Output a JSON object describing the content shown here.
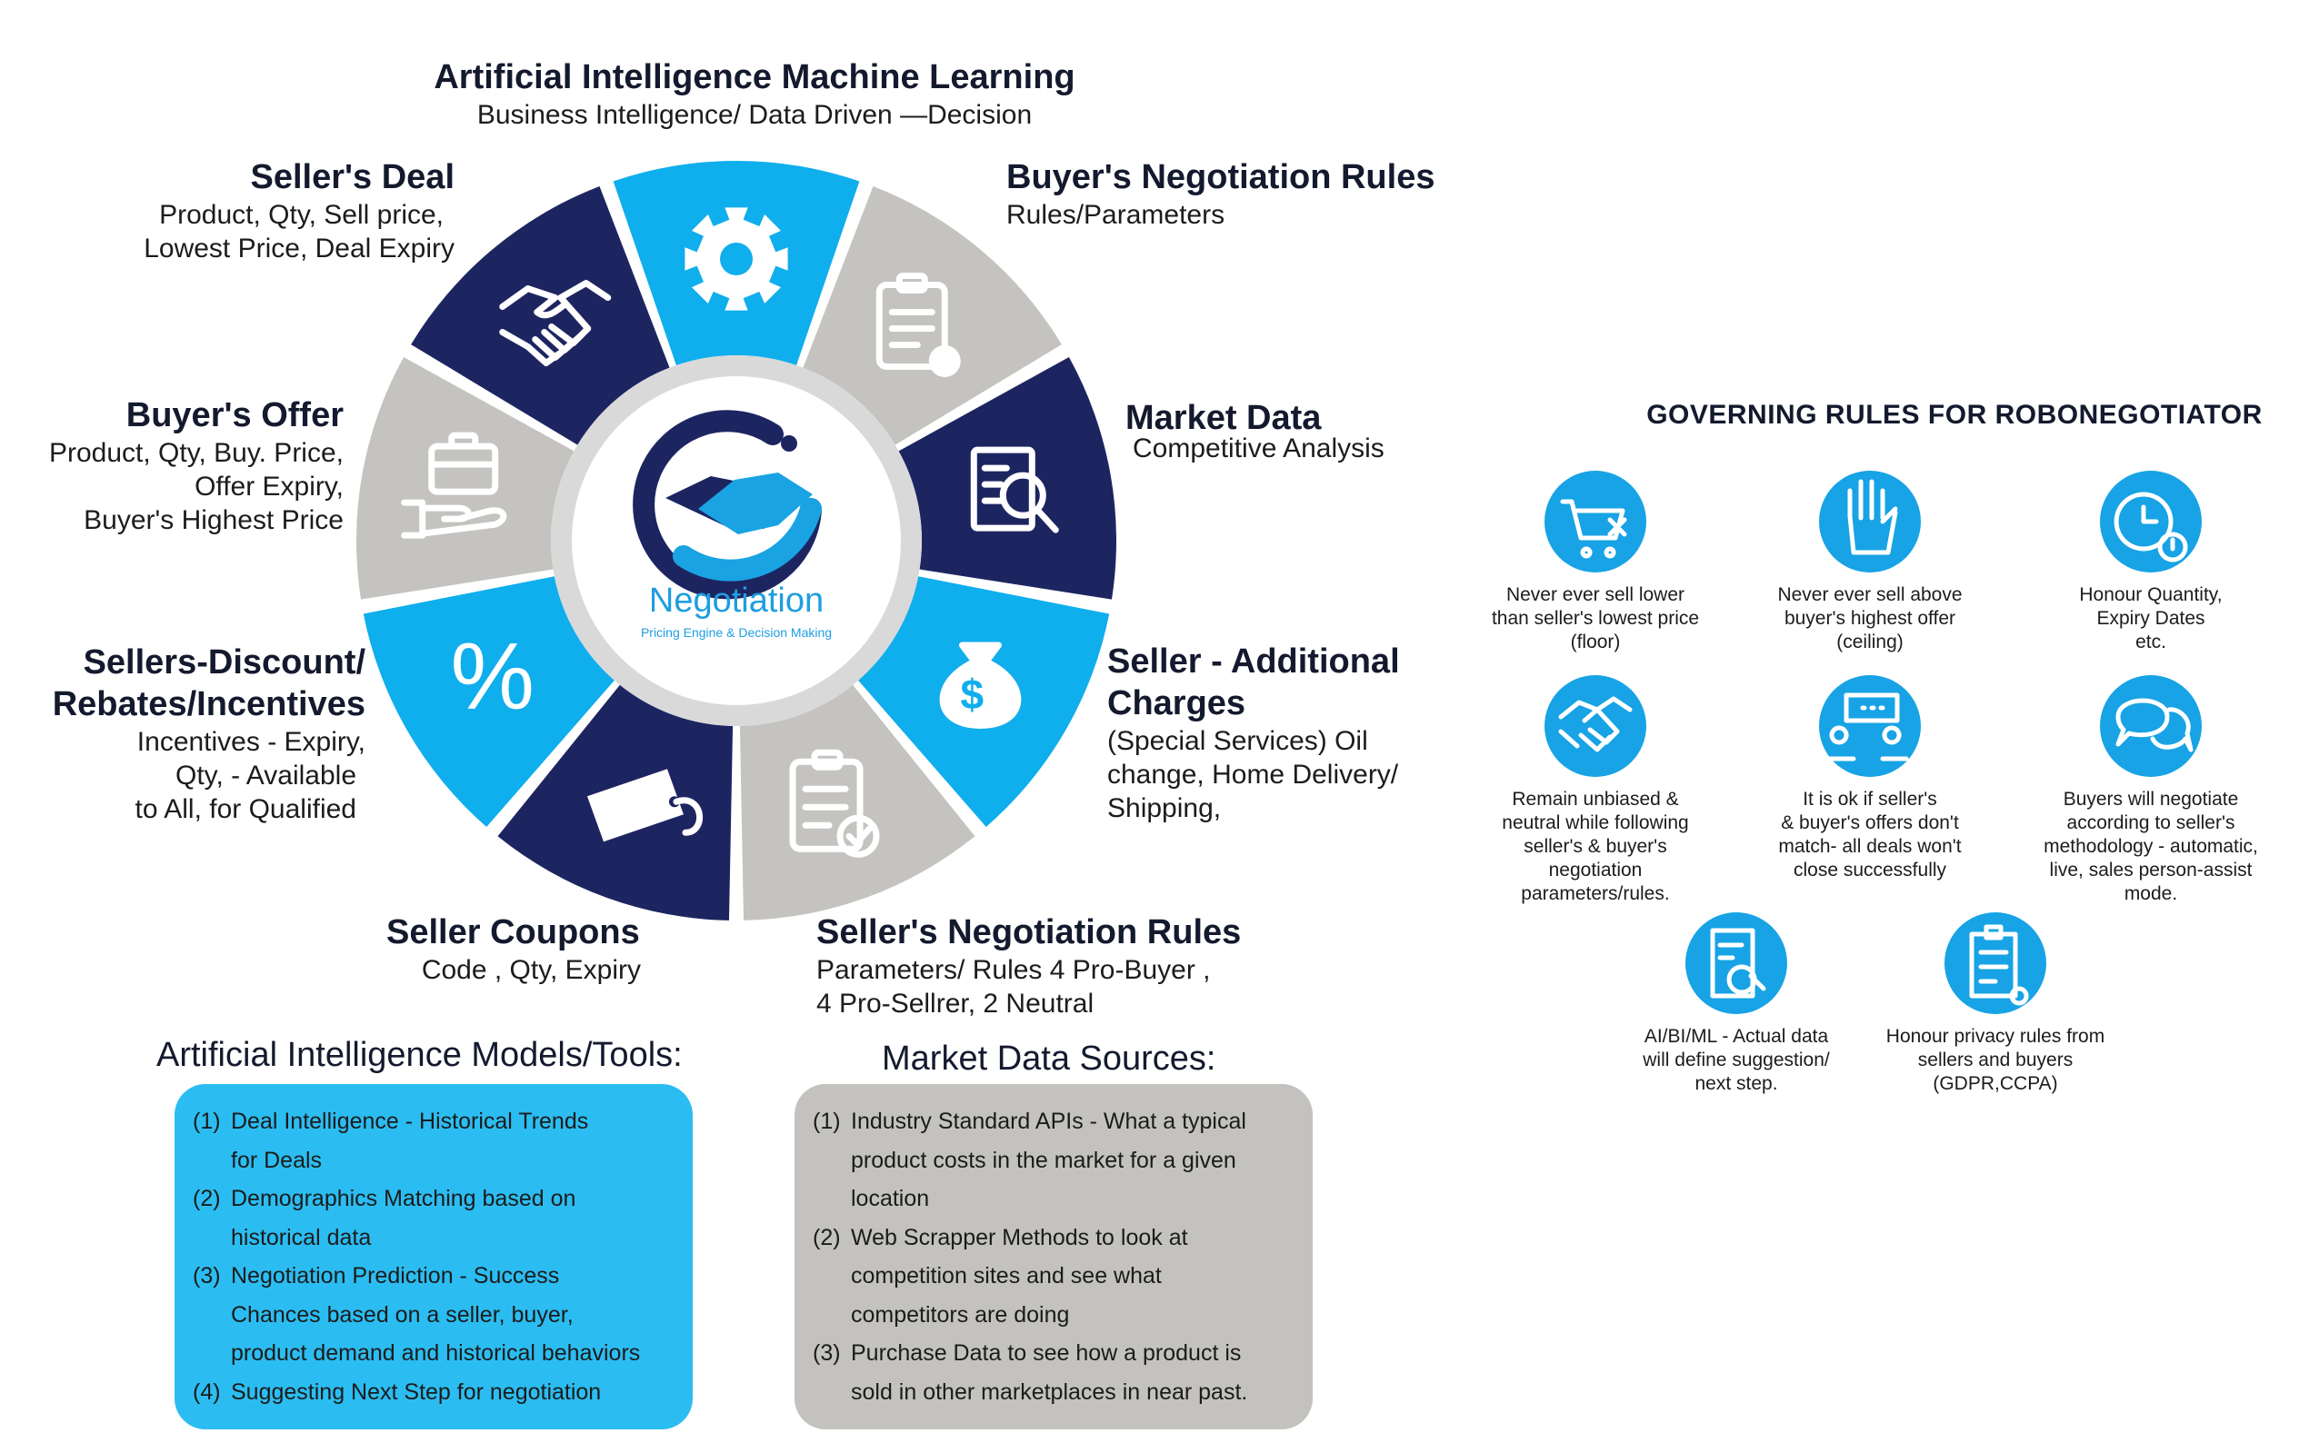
{
  "colors": {
    "navy": "#1d2561",
    "blue": "#0faeed",
    "gray": "#c4c3c0",
    "accent": "#17a3e5"
  },
  "wheel": {
    "segments": [
      {
        "name": "segment-ai-ml",
        "color": "blue",
        "icon": "gear-icon"
      },
      {
        "name": "segment-buyer-negotiation-rules",
        "color": "gray",
        "icon": "clipboard-gear-icon"
      },
      {
        "name": "segment-market-data",
        "color": "navy",
        "icon": "document-search-icon"
      },
      {
        "name": "segment-seller-additional-charges",
        "color": "blue",
        "icon": "money-bag-icon"
      },
      {
        "name": "segment-seller-negotiation-rules",
        "color": "gray",
        "icon": "clipboard-check-icon"
      },
      {
        "name": "segment-seller-coupons",
        "color": "navy",
        "icon": "tag-icon"
      },
      {
        "name": "segment-sellers-discount",
        "color": "blue",
        "icon": "percent-icon"
      },
      {
        "name": "segment-buyers-offer",
        "color": "gray",
        "icon": "hand-briefcase-icon"
      },
      {
        "name": "segment-sellers-deal",
        "color": "navy",
        "icon": "handshake-icon"
      }
    ],
    "center": {
      "word": "Negotiation",
      "tagline": "Pricing Engine & Decision Making",
      "icon": "handshake-logo-icon"
    }
  },
  "labels": {
    "ai_ml": {
      "title": "Artificial Intelligence Machine Learning",
      "lines": [
        "Business Intelligence/ Data Driven —Decision"
      ]
    },
    "buyer_rules": {
      "title": "Buyer's Negotiation Rules",
      "lines": [
        "Rules/Parameters"
      ]
    },
    "market_data": {
      "title": "Market Data",
      "lines": [
        "Competitive Analysis"
      ]
    },
    "seller_charges": {
      "title": [
        "Seller - Additional",
        "Charges"
      ],
      "lines": [
        "(Special Services) Oil",
        "change, Home Delivery/",
        "Shipping,"
      ]
    },
    "seller_rules": {
      "title": "Seller's Negotiation Rules",
      "lines": [
        "Parameters/ Rules 4 Pro-Buyer ,",
        "4 Pro-Sellrer, 2 Neutral"
      ]
    },
    "seller_coupons": {
      "title": "Seller Coupons",
      "lines": [
        "Code , Qty, Expiry"
      ]
    },
    "sellers_discount": {
      "title": [
        "Sellers-Discount/",
        "Rebates/Incentives"
      ],
      "lines": [
        "Incentives - Expiry,",
        "Qty, - Available",
        "to All, for Qualified"
      ]
    },
    "buyers_offer": {
      "title": "Buyer's Offer",
      "lines": [
        "Product, Qty, Buy. Price,",
        "Offer Expiry,",
        "Buyer's Highest Price"
      ]
    },
    "sellers_deal": {
      "title": "Seller's Deal",
      "lines": [
        "Product, Qty, Sell price,",
        "Lowest Price, Deal Expiry"
      ]
    }
  },
  "ai_models": {
    "title": "Artificial Intelligence Models/Tools:",
    "items": [
      {
        "num": "(1)",
        "lines": [
          "Deal Intelligence - Historical Trends",
          "for Deals"
        ]
      },
      {
        "num": "(2)",
        "lines": [
          "Demographics Matching based on",
          "historical data"
        ]
      },
      {
        "num": "(3)",
        "lines": [
          "Negotiation Prediction - Success",
          "Chances based on a seller, buyer,",
          "product demand and historical behaviors"
        ]
      },
      {
        "num": "(4)",
        "lines": [
          "Suggesting Next Step for negotiation"
        ]
      }
    ]
  },
  "market_sources": {
    "title": "Market Data Sources:",
    "items": [
      {
        "num": "(1)",
        "lines": [
          "Industry Standard APIs - What a typical",
          "product costs in the market for a given",
          "location"
        ]
      },
      {
        "num": "(2)",
        "lines": [
          "Web Scrapper Methods to look at",
          "competition sites and see what",
          "competitors are doing"
        ]
      },
      {
        "num": "(3)",
        "lines": [
          "Purchase Data to see how a product is",
          "sold in other marketplaces in near past."
        ]
      }
    ]
  },
  "governing": {
    "title": "GOVERNING RULES FOR ROBONEGOTIATOR",
    "rules": [
      {
        "icon": "cart-x-icon",
        "lines": [
          "Never ever sell lower",
          "than seller's lowest price",
          "(floor)"
        ]
      },
      {
        "icon": "hand-stop-icon",
        "lines": [
          "Never ever sell above",
          "buyer's highest offer",
          "(ceiling)"
        ]
      },
      {
        "icon": "clock-alert-icon",
        "lines": [
          "Honour Quantity,",
          "Expiry Dates",
          "etc."
        ]
      },
      {
        "icon": "handshake-icon",
        "lines": [
          "Remain unbiased &",
          "neutral while following",
          "seller's & buyer's negotiation",
          "parameters/rules."
        ]
      },
      {
        "icon": "meeting-icon",
        "lines": [
          "It is ok if seller's",
          "& buyer's offers don't",
          "match- all deals won't",
          "close successfully"
        ]
      },
      {
        "icon": "chat-bubbles-icon",
        "lines": [
          "Buyers will negotiate",
          "according to seller's",
          "methodology - automatic,",
          "live, sales person-assist",
          "mode."
        ]
      },
      {
        "icon": "report-search-icon",
        "lines": [
          "AI/BI/ML - Actual data",
          "will define suggestion/",
          "next step."
        ]
      },
      {
        "icon": "clipboard-gear-icon",
        "lines": [
          "Honour privacy rules from",
          "sellers and buyers",
          "(GDPR,CCPA)"
        ]
      }
    ]
  }
}
